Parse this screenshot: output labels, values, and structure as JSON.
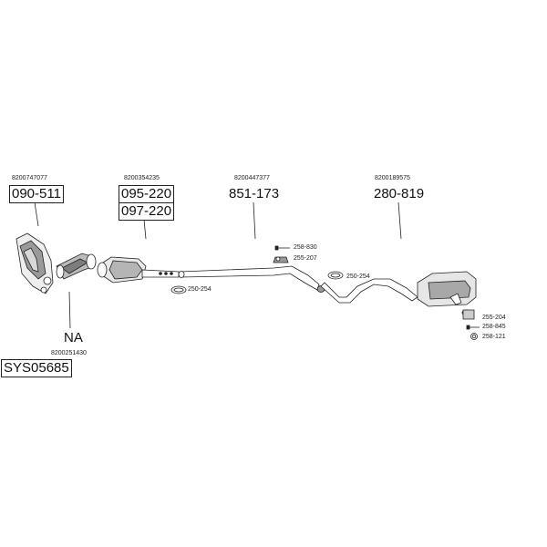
{
  "diagram": {
    "oem_numbers": {
      "front_pipe": "8200747077",
      "cat": "8200354235",
      "middle": "8200447377",
      "rear": "8200189575",
      "na_part": "8200251430"
    },
    "part_numbers": {
      "front_pipe": "090-511",
      "cat_a": "095-220",
      "cat_b": "097-220",
      "middle": "851-173",
      "rear": "280-819",
      "na": "NA",
      "system": "SYS05685"
    },
    "small_parts": {
      "p258_830": "258-830",
      "p255_207": "255-207",
      "p250_254_left": "250-254",
      "p250_254_right": "250-254",
      "p255_204": "255-204",
      "p258_845": "258-845",
      "p258_121": "258-121"
    },
    "colors": {
      "line": "#222222",
      "pipe_fill": "#ffffff",
      "shade": "#9a9a9a"
    }
  }
}
